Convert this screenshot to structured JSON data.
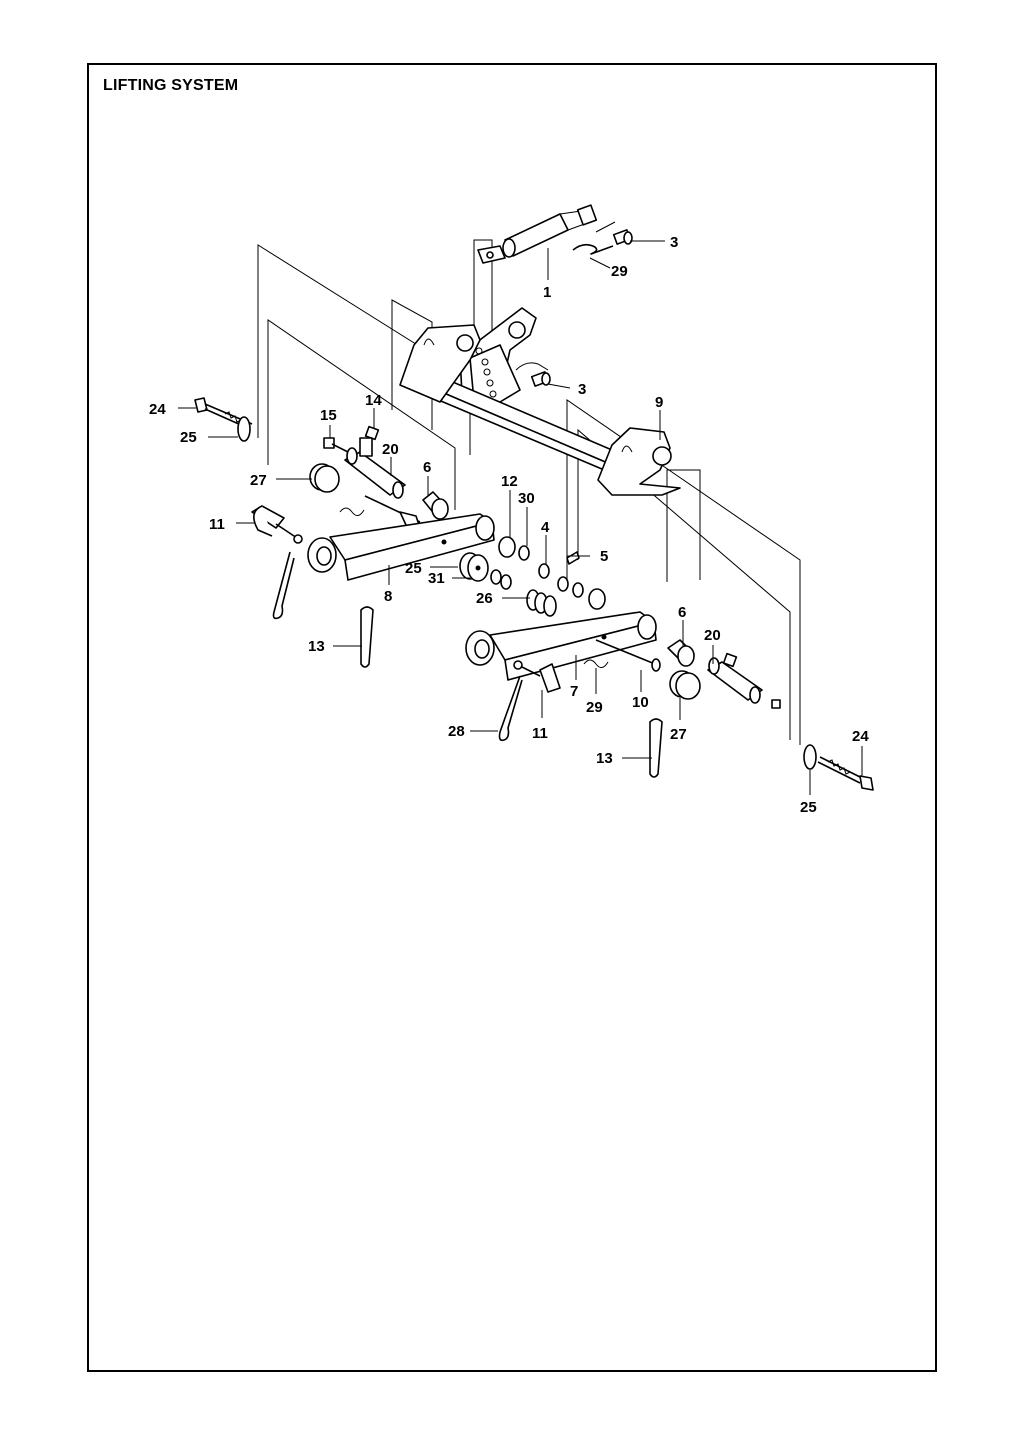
{
  "title": "LIFTING SYSTEM",
  "callouts": {
    "c1": "1",
    "c3a": "3",
    "c3b": "3",
    "c4": "4",
    "c5": "5",
    "c6a": "6",
    "c6b": "6",
    "c7": "7",
    "c8": "8",
    "c9": "9",
    "c10": "10",
    "c11a": "11",
    "c11b": "11",
    "c12": "12",
    "c13a": "13",
    "c13b": "13",
    "c14": "14",
    "c15": "15",
    "c20a": "20",
    "c20b": "20",
    "c24a": "24",
    "c24b": "24",
    "c25a": "25",
    "c25b": "25",
    "c25c": "25",
    "c26": "26",
    "c27a": "27",
    "c27b": "27",
    "c28": "28",
    "c29a": "29",
    "c29b": "29",
    "c30": "30",
    "c31": "31"
  }
}
